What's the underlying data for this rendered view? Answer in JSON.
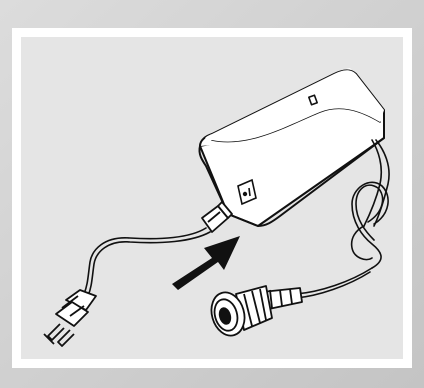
{
  "figure": {
    "frame_gradient": [
      "#d4d4d4",
      "#c7c7c7"
    ],
    "panel_fill": "#e5e5e5",
    "line_color": "#111111",
    "arrow_color": "#111111"
  },
  "elements": {
    "adapter": "power-adapter-illustration",
    "power_switch": "power-switch-icon",
    "cable_coil": "coiled-cable",
    "dc_connector": "dc-barrel-connector",
    "ac_cord": "ac-power-cord",
    "ac_plug": "wall-plug-icon",
    "cord_end": "cord-connector-end",
    "arrow": "insert-arrow-icon"
  }
}
